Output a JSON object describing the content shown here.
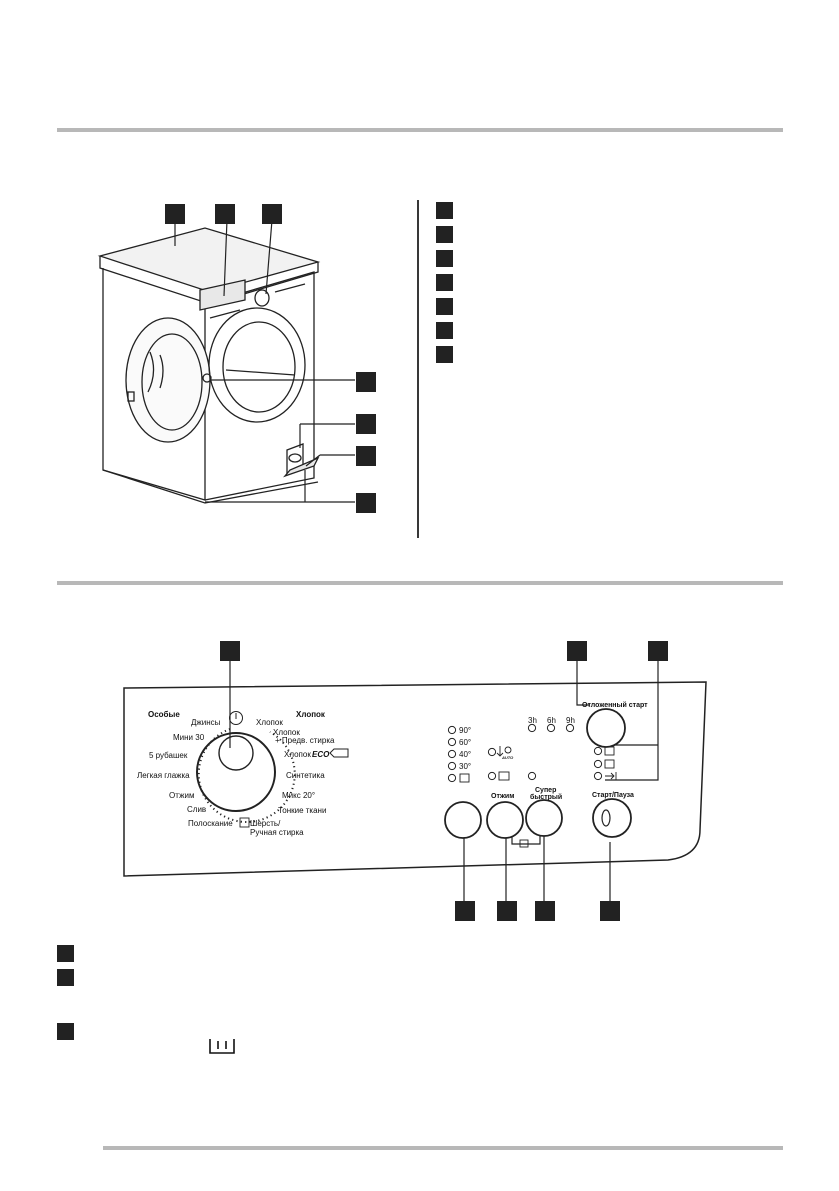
{
  "panel": {
    "group_special": "Особые",
    "group_cotton": "Хлопок",
    "programs_left": [
      {
        "id": "jeans",
        "label": "Джинсы"
      },
      {
        "id": "mini30",
        "label": "Мини 30"
      },
      {
        "id": "shirts5",
        "label": "5 рубашек"
      },
      {
        "id": "easy-iron",
        "label": "Легкая глажка"
      },
      {
        "id": "spin",
        "label": "Отжим"
      },
      {
        "id": "drain",
        "label": "Слив"
      },
      {
        "id": "rinse",
        "label": "Полоскание"
      }
    ],
    "programs_right": [
      {
        "id": "cotton",
        "label": "Хлопок"
      },
      {
        "id": "cotton-prewash",
        "label": "Хлопок"
      },
      {
        "id": "cotton-prewash-2",
        "label": "+ Предв. стирка"
      },
      {
        "id": "cotton-eco",
        "label": "Хлопок"
      },
      {
        "id": "cotton-eco-mark",
        "label": "ECO"
      },
      {
        "id": "synthetics",
        "label": "Синтетика"
      },
      {
        "id": "mix20",
        "label": "Микс 20°"
      },
      {
        "id": "delicates",
        "label": "Тонкие ткани"
      },
      {
        "id": "wool",
        "label": "Шерсть/"
      },
      {
        "id": "handwash",
        "label": "Ручная стирка"
      }
    ],
    "temperatures": [
      "90°",
      "60°",
      "40°",
      "30°"
    ],
    "auto_label": "AUTO",
    "delay_hours": [
      "3h",
      "6h",
      "9h"
    ],
    "delay_button_label": "Отложенный старт",
    "spin_button_label": "Отжим",
    "super_quick_label_1": "Супер",
    "super_quick_label_2": "быстрый",
    "start_pause_label": "Старт/Пауза"
  }
}
